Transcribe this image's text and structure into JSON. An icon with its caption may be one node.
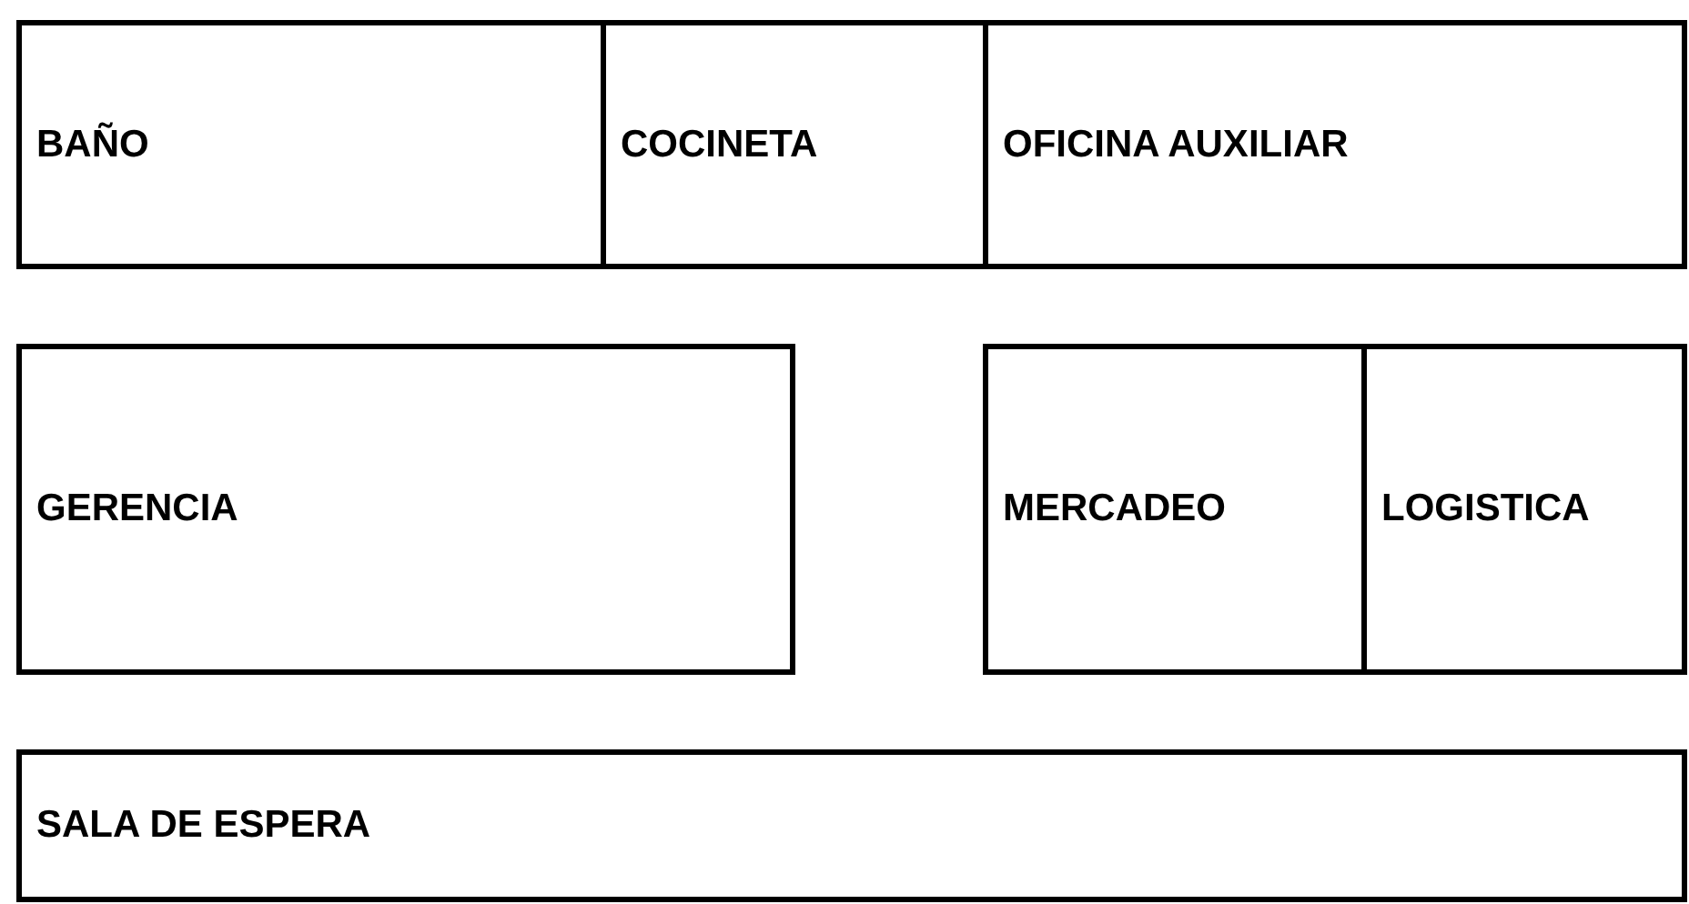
{
  "diagram": {
    "nodes": [
      {
        "text": [
          "BAÑO"
        ]
      },
      {
        "text": [
          "COCINETA"
        ]
      },
      {
        "text": [
          "OFICINA AUXILIAR"
        ]
      },
      {
        "text": [
          "GERENCIA"
        ]
      },
      {
        "text": [
          "MERCADEO"
        ]
      },
      {
        "text": [
          "LOGISTICA"
        ]
      },
      {
        "text": [
          "SALA DE ESPERA"
        ]
      }
    ]
  }
}
